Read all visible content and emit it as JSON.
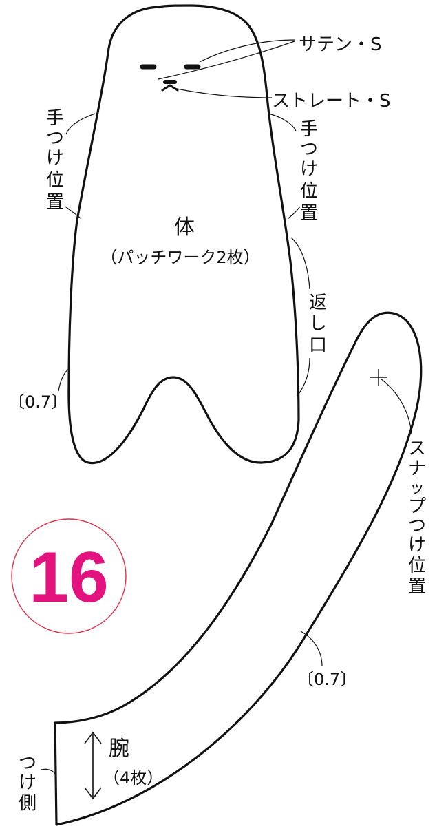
{
  "badge": {
    "number": "16",
    "ring_color": "#e0304a",
    "text_color": "#e3127e"
  },
  "body_piece": {
    "title": "体",
    "subtitle": "（パッチワーク2枚）",
    "satin_stitch": "サテン・S",
    "straight_stitch": "ストレート・S",
    "arm_position_left": [
      "手",
      "つ",
      "け",
      "位",
      "置"
    ],
    "arm_position_right": [
      "手",
      "つ",
      "け",
      "位",
      "置"
    ],
    "return_opening": [
      "返",
      "し",
      "口"
    ],
    "seam_allowance": "〔0.7〕"
  },
  "arm_piece": {
    "title": "腕",
    "subtitle": "（4枚）",
    "snap_position": [
      "ス",
      "ナ",
      "ッ",
      "プ",
      "つ",
      "け",
      "位",
      "置"
    ],
    "attach_side": [
      "つ",
      "け",
      "側"
    ],
    "seam_allowance": "〔0.7〕"
  },
  "colors": {
    "line": "#111111",
    "fill": "#ffffff"
  }
}
